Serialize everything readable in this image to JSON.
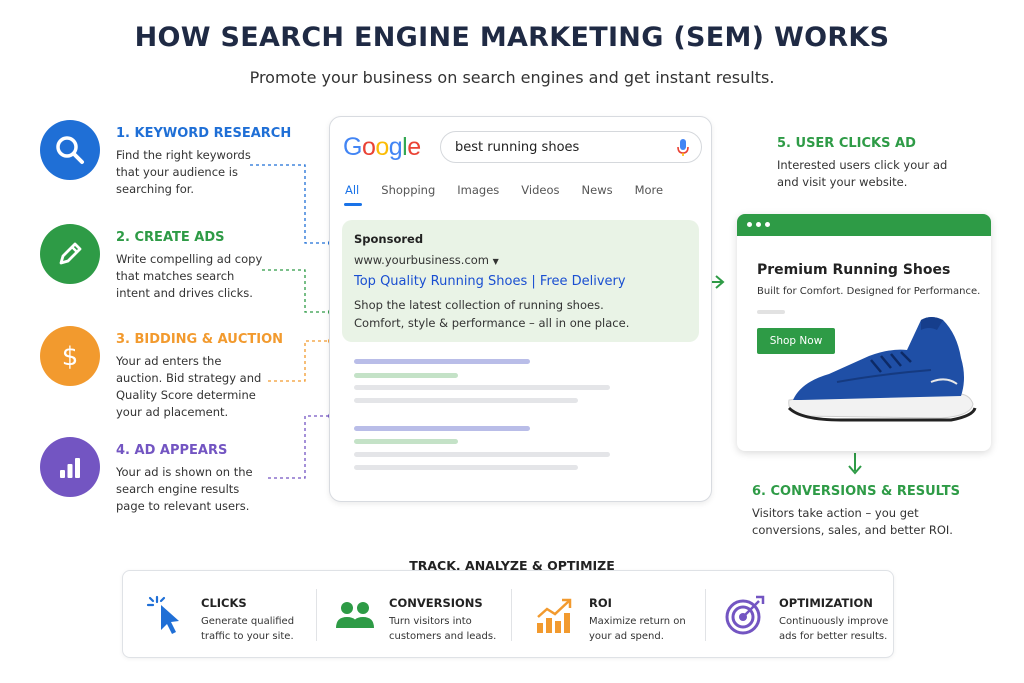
{
  "title": "HOW SEARCH ENGINE MARKETING (SEM) WORKS",
  "subtitle": "Promote your business on search engines and get instant results.",
  "steps": [
    {
      "title": "1. KEYWORD RESEARCH",
      "desc": "Find the right keywords that your audience is searching for.",
      "color": "#1f6fd6",
      "icon": "search-icon"
    },
    {
      "title": "2. CREATE ADS",
      "desc": "Write compelling ad copy that matches search intent and drives clicks.",
      "color": "#2e9b46",
      "icon": "pencil-icon"
    },
    {
      "title": "3. BIDDING & AUCTION",
      "desc": "Your ad enters the auction. Bid strategy and Quality Score determine your ad placement.",
      "color": "#f29a2e",
      "icon": "dollar-icon"
    },
    {
      "title": "4. AD APPEARS",
      "desc": "Your ad is shown on the search engine results page to relevant users.",
      "color": "#7355c2",
      "icon": "bar-chart-icon"
    }
  ],
  "serp": {
    "logo": "Google",
    "query": "best running shoes",
    "tabs": [
      "All",
      "Shopping",
      "Images",
      "Videos",
      "News",
      "More"
    ],
    "ad": {
      "label": "Sponsored",
      "url": "www.yourbusiness.com",
      "headline": "Top Quality Running Shoes | Free Delivery",
      "line1": "Shop the latest collection of running shoes.",
      "line2": "Comfort, style & performance – all in one place."
    }
  },
  "right_steps": [
    {
      "title": "5. USER CLICKS AD",
      "desc": "Interested users click your ad and visit your website."
    },
    {
      "title": "6. CONVERSIONS & RESULTS",
      "desc": "Visitors take action – you get conversions, sales, and better ROI."
    }
  ],
  "website": {
    "title": "Premium Running Shoes",
    "subtitle": "Built for Comfort. Designed for Performance.",
    "button": "Shop Now",
    "accent": "#2e9b46"
  },
  "track": {
    "title": "TRACK, ANALYZE & OPTIMIZE",
    "metrics": [
      {
        "title": "CLICKS",
        "desc": "Generate qualified traffic to your site.",
        "icon": "cursor-click-icon"
      },
      {
        "title": "CONVERSIONS",
        "desc": "Turn visitors into customers and leads.",
        "icon": "users-icon"
      },
      {
        "title": "ROI",
        "desc": "Maximize return on your ad spend.",
        "icon": "growth-chart-icon"
      },
      {
        "title": "OPTIMIZATION",
        "desc": "Continuously improve ads for better results.",
        "icon": "target-icon"
      }
    ]
  }
}
